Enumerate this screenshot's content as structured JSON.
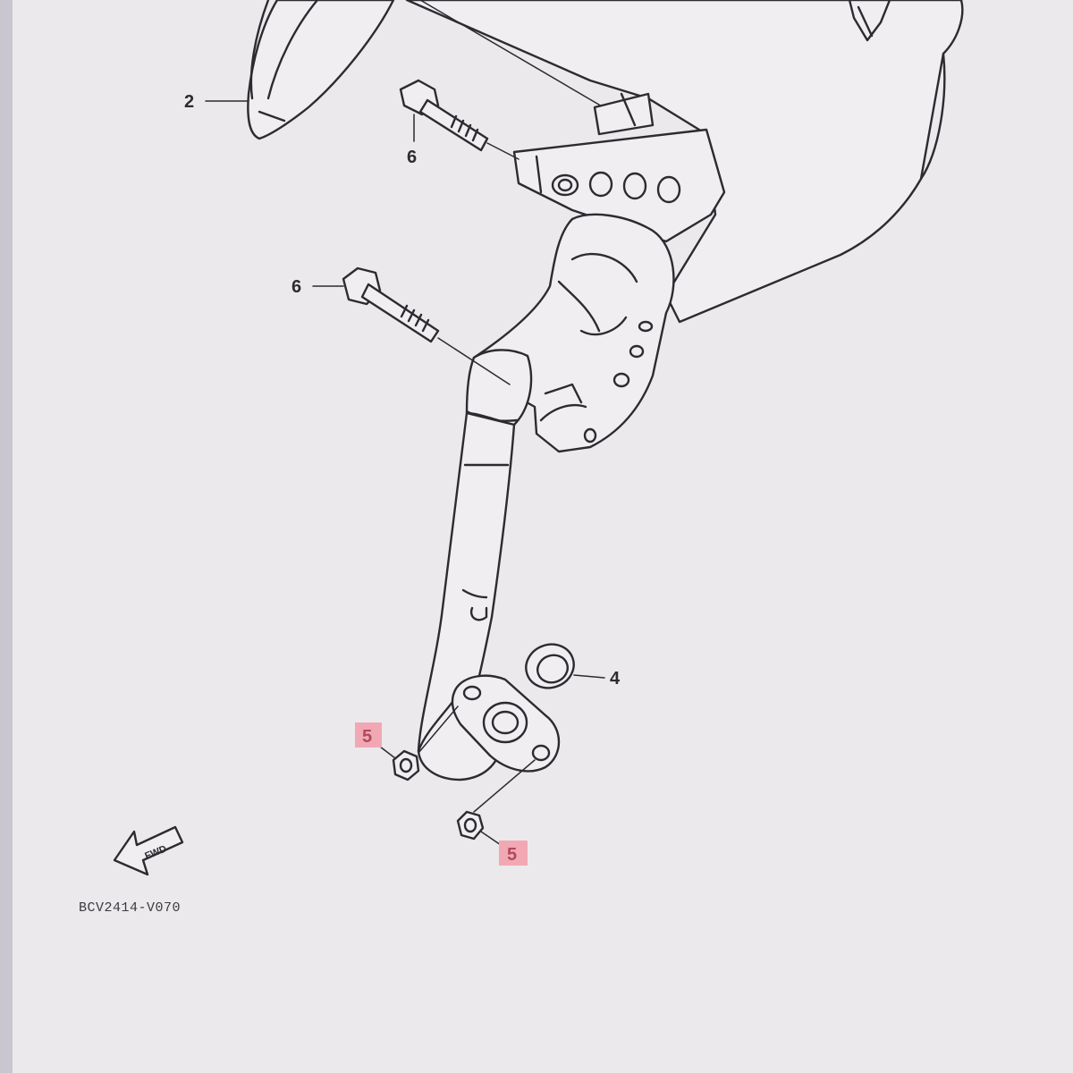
{
  "diagram": {
    "drawing_code": "BCV2414-V070",
    "forward_marker": "FWD",
    "callouts": {
      "part_2": "2",
      "part_4": "4",
      "part_5_left": "5",
      "part_5_right": "5",
      "part_6_top": "6",
      "part_6_mid": "6"
    },
    "colors": {
      "background": "#ece9ec",
      "line": "#2c2b30",
      "highlight": "#f2a8b4"
    }
  }
}
